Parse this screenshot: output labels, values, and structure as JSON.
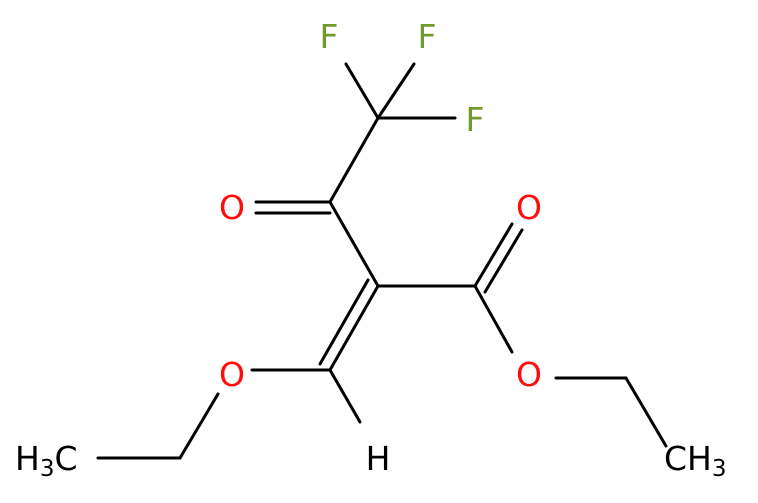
{
  "molecule": {
    "atoms": {
      "f1": {
        "label": "F",
        "color": "#6f9a2c"
      },
      "f2": {
        "label": "F",
        "color": "#6f9a2c"
      },
      "f3": {
        "label": "F",
        "color": "#6f9a2c"
      },
      "o_ketone": {
        "label": "O",
        "color": "#ff0d0d"
      },
      "o_ester_carbonyl": {
        "label": "O",
        "color": "#ff0d0d"
      },
      "o_ether": {
        "label": "O",
        "color": "#ff0d0d"
      },
      "o_ester": {
        "label": "O",
        "color": "#ff0d0d"
      },
      "h_vinyl": {
        "label": "H",
        "color": "#000000"
      },
      "ch3_left": {
        "label": "H",
        "sub": "3",
        "tail": "C",
        "color": "#000000"
      },
      "ch3_right": {
        "label": "CH",
        "sub": "3",
        "color": "#000000"
      }
    },
    "bond_color": "#000000"
  }
}
